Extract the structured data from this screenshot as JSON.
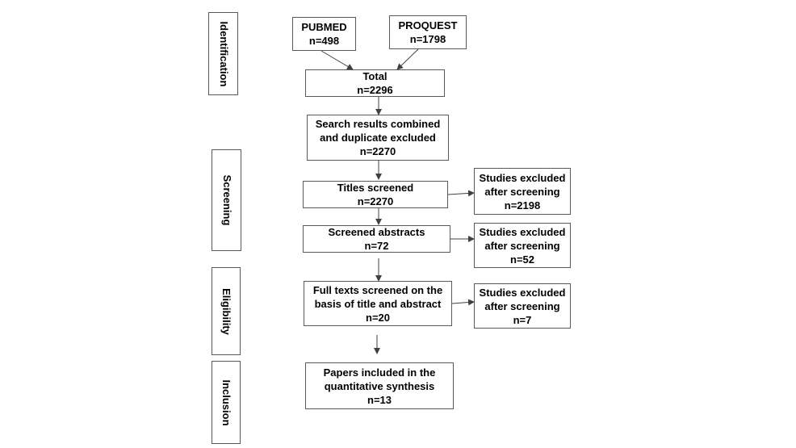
{
  "stages": {
    "identification": "Identification",
    "screening": "Screening",
    "eligibility": "Eligibility",
    "inclusion": "Inclusion"
  },
  "sources": {
    "pubmed": {
      "name": "PUBMED",
      "count": "n=498"
    },
    "proquest": {
      "name": "PROQUEST",
      "count": "n=1798"
    }
  },
  "flow": {
    "total": {
      "line1": "Total",
      "count": "n=2296"
    },
    "combined": {
      "line1": "Search results combined",
      "line2": "and duplicate excluded",
      "count": "n=2270"
    },
    "titles": {
      "line1": "Titles screened",
      "count": "n=2270"
    },
    "abstracts": {
      "line1": "Screened abstracts",
      "count": "n=72"
    },
    "fulltexts": {
      "line1": "Full texts screened on the",
      "line2": "basis of title and abstract",
      "count": "n=20"
    },
    "included": {
      "line1": "Papers included in the",
      "line2": "quantitative synthesis",
      "count": "n=13"
    }
  },
  "exclusions": {
    "after_titles": {
      "line1": "Studies excluded",
      "line2": "after screening",
      "count": "n=2198"
    },
    "after_abstracts": {
      "line1": "Studies excluded",
      "line2": "after screening",
      "count": "n=52"
    },
    "after_fulltexts": {
      "line1": "Studies excluded",
      "line2": "after screening",
      "count": "n=7"
    }
  },
  "colors": {
    "border": "#595959",
    "arrow": "#404040",
    "text": "#000000"
  }
}
